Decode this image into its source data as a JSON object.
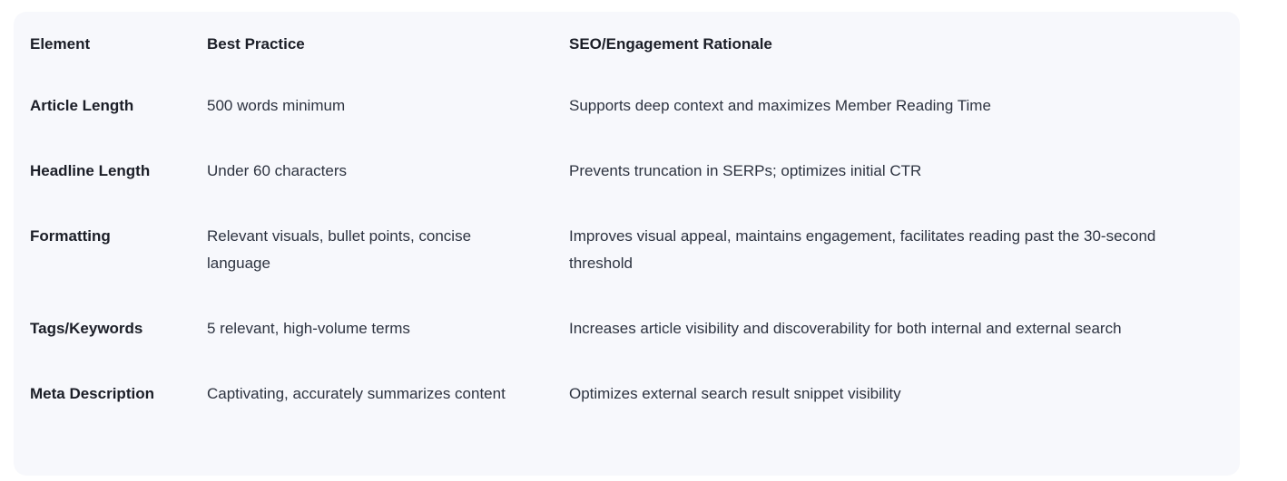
{
  "table": {
    "columns": [
      {
        "key": "element",
        "label": "Element"
      },
      {
        "key": "practice",
        "label": "Best Practice"
      },
      {
        "key": "rationale",
        "label": "SEO/Engagement Rationale"
      }
    ],
    "rows": [
      {
        "element": "Article Length",
        "practice": "500 words minimum",
        "rationale": "Supports deep context and maximizes Member Reading Time"
      },
      {
        "element": "Headline Length",
        "practice": "Under 60 characters",
        "rationale": "Prevents truncation in SERPs; optimizes initial CTR"
      },
      {
        "element": "Formatting",
        "practice": "Relevant visuals, bullet points, concise language",
        "rationale": "Improves visual appeal, maintains engagement, facilitates reading past the 30-second threshold"
      },
      {
        "element": "Tags/Keywords",
        "practice": "5 relevant, high-volume terms",
        "rationale": "Increases article visibility and discoverability for both internal and external search"
      },
      {
        "element": "Meta Description",
        "practice": "Captivating, accurately summarizes content",
        "rationale": "Optimizes external search result snippet visibility"
      }
    ]
  },
  "colors": {
    "page_background": "#ffffff",
    "card_background": "#f7f8fc",
    "heading_text": "#1b1e27",
    "body_text": "#2d3340"
  }
}
